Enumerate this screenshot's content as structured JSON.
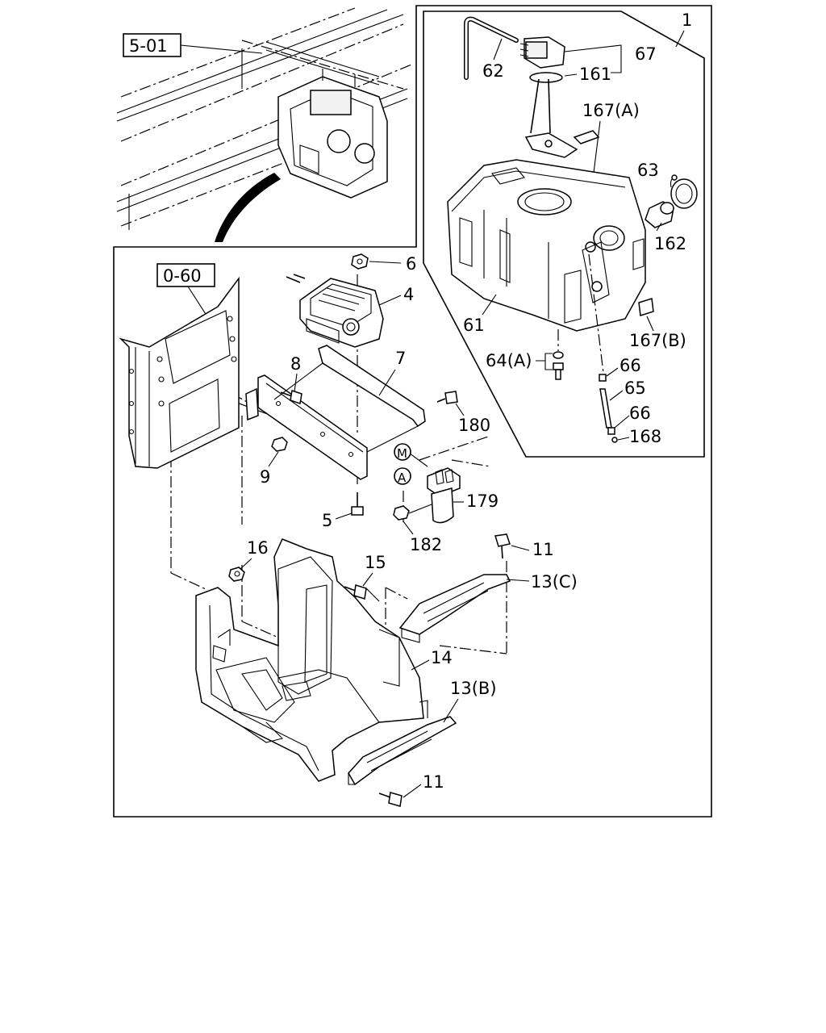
{
  "refs": {
    "top_ref": "5-01",
    "mid_ref": "0-60"
  },
  "callouts": {
    "c1": "1",
    "c4": "4",
    "c5": "5",
    "c6": "6",
    "c7": "7",
    "c8": "8",
    "c9": "9",
    "c11a": "11",
    "c11b": "11",
    "c13b": "13(B)",
    "c13c": "13(C)",
    "c14": "14",
    "c15": "15",
    "c16": "16",
    "c61": "61",
    "c62": "62",
    "c63": "63",
    "c64a": "64(A)",
    "c65": "65",
    "c66a": "66",
    "c66b": "66",
    "c67": "67",
    "c161": "161",
    "c162": "162",
    "c167a": "167(A)",
    "c167b": "167(B)",
    "c168": "168",
    "c179": "179",
    "c180": "180",
    "c182": "182"
  },
  "markers": {
    "m": "M",
    "a": "A"
  }
}
